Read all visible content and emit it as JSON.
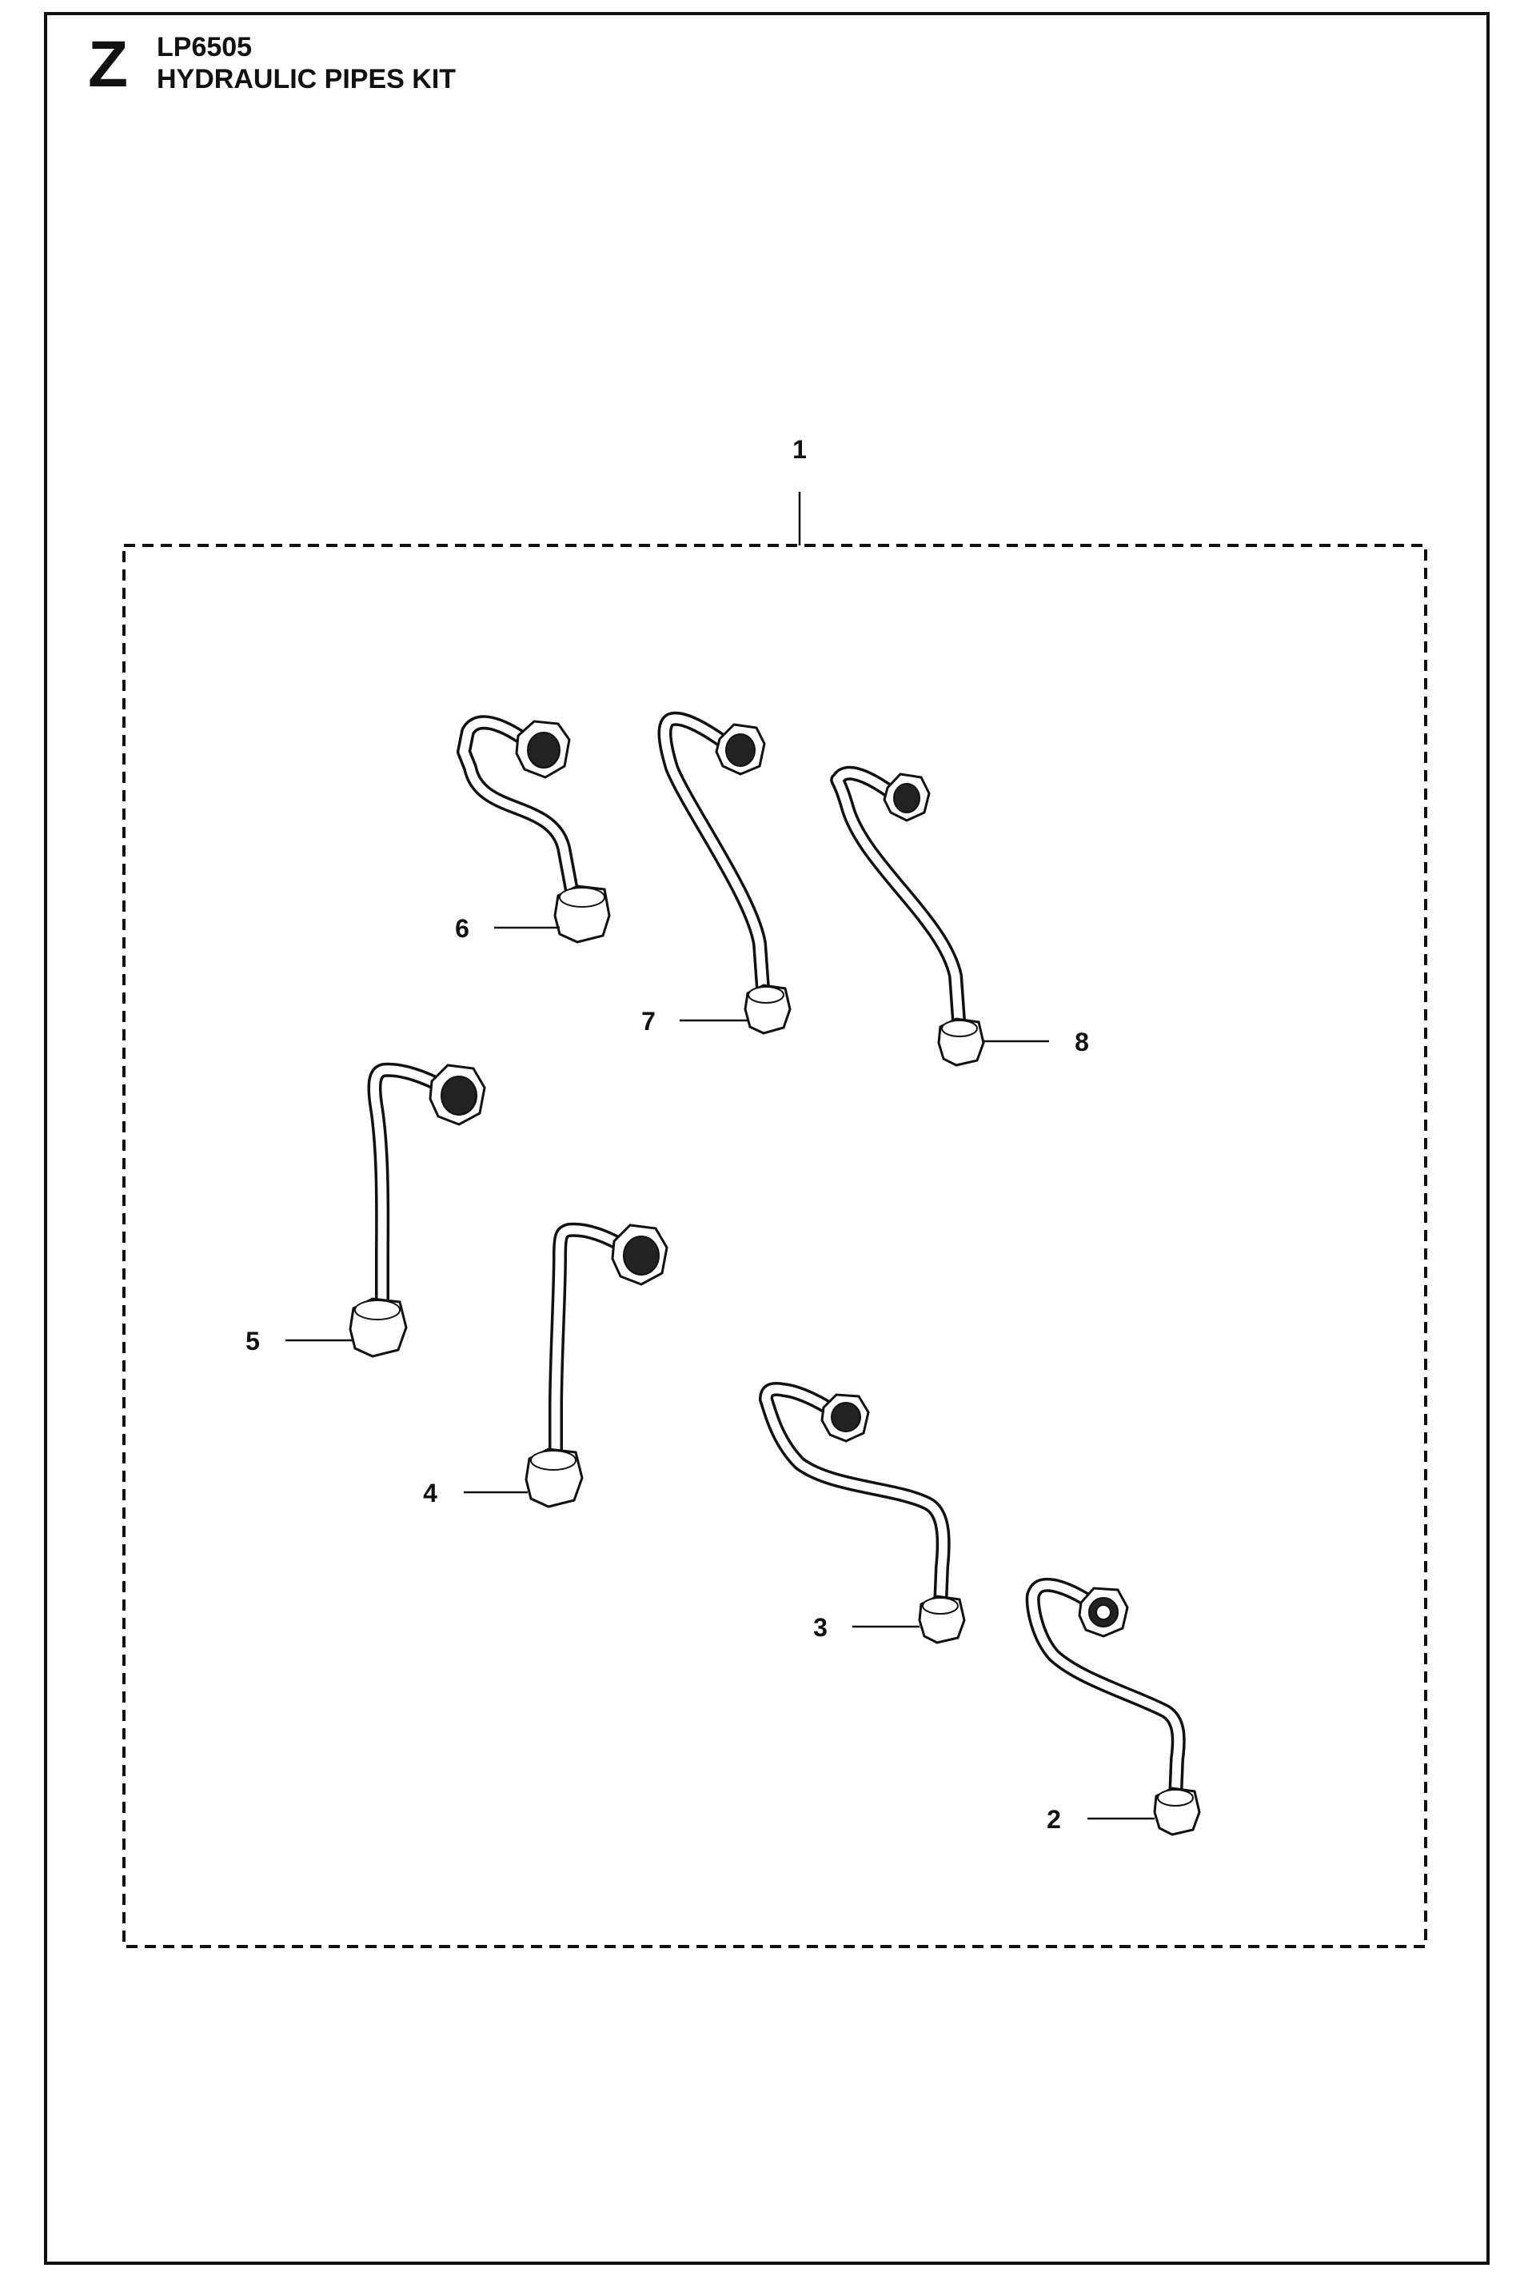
{
  "header": {
    "section_letter": "Z",
    "model": "LP6505",
    "title": "HYDRAULIC PIPES KIT"
  },
  "callouts": [
    "1",
    "2",
    "3",
    "4",
    "5",
    "6",
    "7",
    "8"
  ],
  "parts": [
    {
      "ref": "1",
      "kind": "kit-group"
    },
    {
      "ref": "2",
      "kind": "hydraulic-pipe"
    },
    {
      "ref": "3",
      "kind": "hydraulic-pipe"
    },
    {
      "ref": "4",
      "kind": "hydraulic-pipe"
    },
    {
      "ref": "5",
      "kind": "hydraulic-pipe"
    },
    {
      "ref": "6",
      "kind": "hydraulic-pipe"
    },
    {
      "ref": "7",
      "kind": "hydraulic-pipe"
    },
    {
      "ref": "8",
      "kind": "hydraulic-pipe"
    }
  ]
}
